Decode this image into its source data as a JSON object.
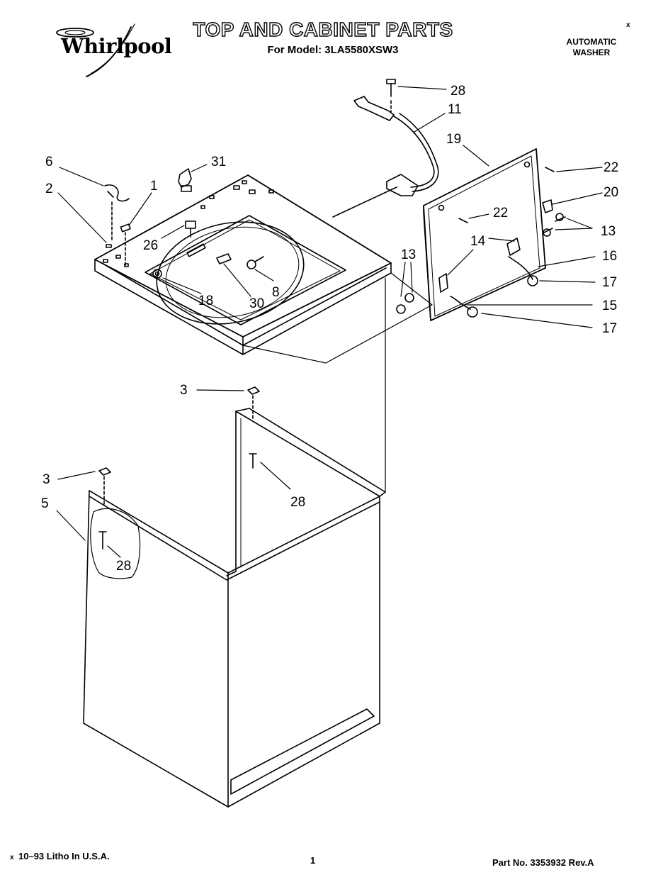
{
  "header": {
    "brand": "Whirlpool",
    "title": "TOP AND CABINET PARTS",
    "model_line": "For Model: 3LA5580XSW3",
    "appliance_type_line1": "AUTOMATIC",
    "appliance_type_line2": "WASHER",
    "corner_mark": "x"
  },
  "callouts": {
    "c1": "1",
    "c2": "2",
    "c3a": "3",
    "c3b": "3",
    "c5": "5",
    "c6": "6",
    "c8": "8",
    "c11": "11",
    "c13a": "13",
    "c13b": "13",
    "c14": "14",
    "c15": "15",
    "c16": "16",
    "c17a": "17",
    "c17b": "17",
    "c18": "18",
    "c19": "19",
    "c20": "20",
    "c22a": "22",
    "c22b": "22",
    "c26": "26",
    "c28a": "28",
    "c28b": "28",
    "c28c": "28",
    "c30": "30",
    "c31": "31"
  },
  "footer": {
    "mark": "x",
    "litho": "10–93 Litho In U.S.A.",
    "page_number": "1",
    "part_number": "Part No. 3353932 Rev.A"
  }
}
